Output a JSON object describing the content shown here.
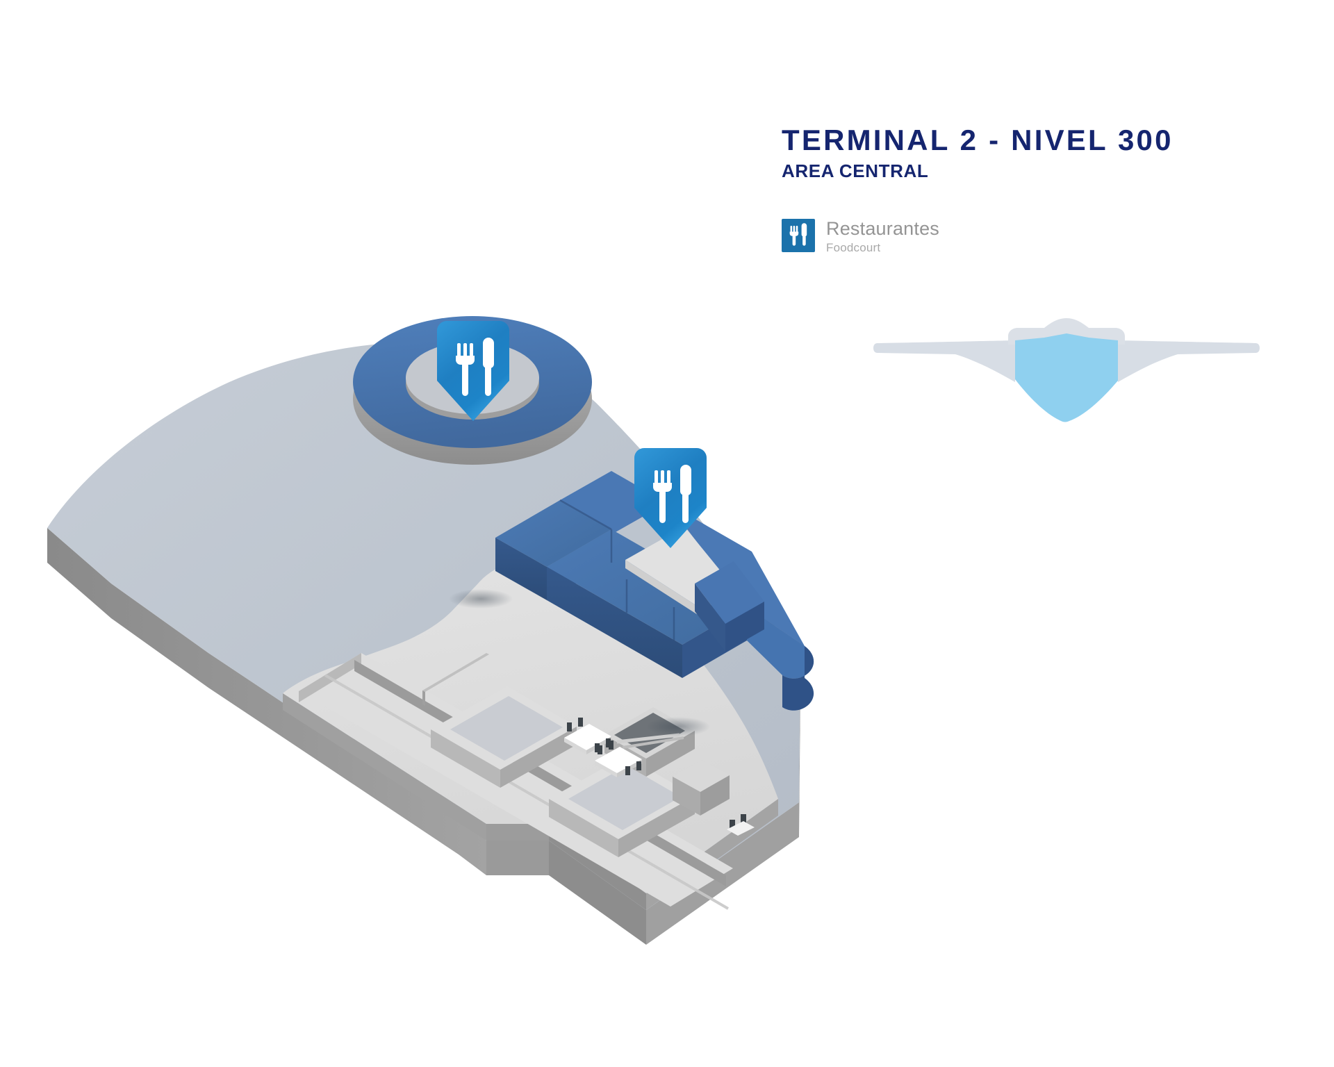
{
  "header": {
    "title": "TERMINAL 2 - NIVEL 300",
    "subtitle": "AREA CENTRAL"
  },
  "legend": {
    "icon": "fork-knife-icon",
    "label": "Restaurantes",
    "sublabel": "Foodcourt",
    "icon_bg": "#1b72ab",
    "label_color": "#949494"
  },
  "markers": [
    {
      "icon": "fork-knife-pin-icon",
      "name": "restaurant-pin-ring-plaza"
    },
    {
      "icon": "fork-knife-pin-icon",
      "name": "restaurant-pin-foodcourt-building"
    }
  ],
  "mini_map": {
    "name": "airport-overview-inset",
    "highlight_color": "#8fd0ef",
    "base_color": "#d7dde5"
  },
  "palette": {
    "title_navy": "#15256f",
    "pin_blue_light": "#2f95d6",
    "pin_blue_dark": "#1a6fae",
    "highlight_blue": "#4a78b4",
    "highlight_blue_dark": "#2f5d96",
    "slab_top": "#bfc7d1",
    "slab_side": "#8f8f8f",
    "terrace_top": "#dcdcdc",
    "terrace_side": "#9a9a9a",
    "background": "#ffffff"
  }
}
